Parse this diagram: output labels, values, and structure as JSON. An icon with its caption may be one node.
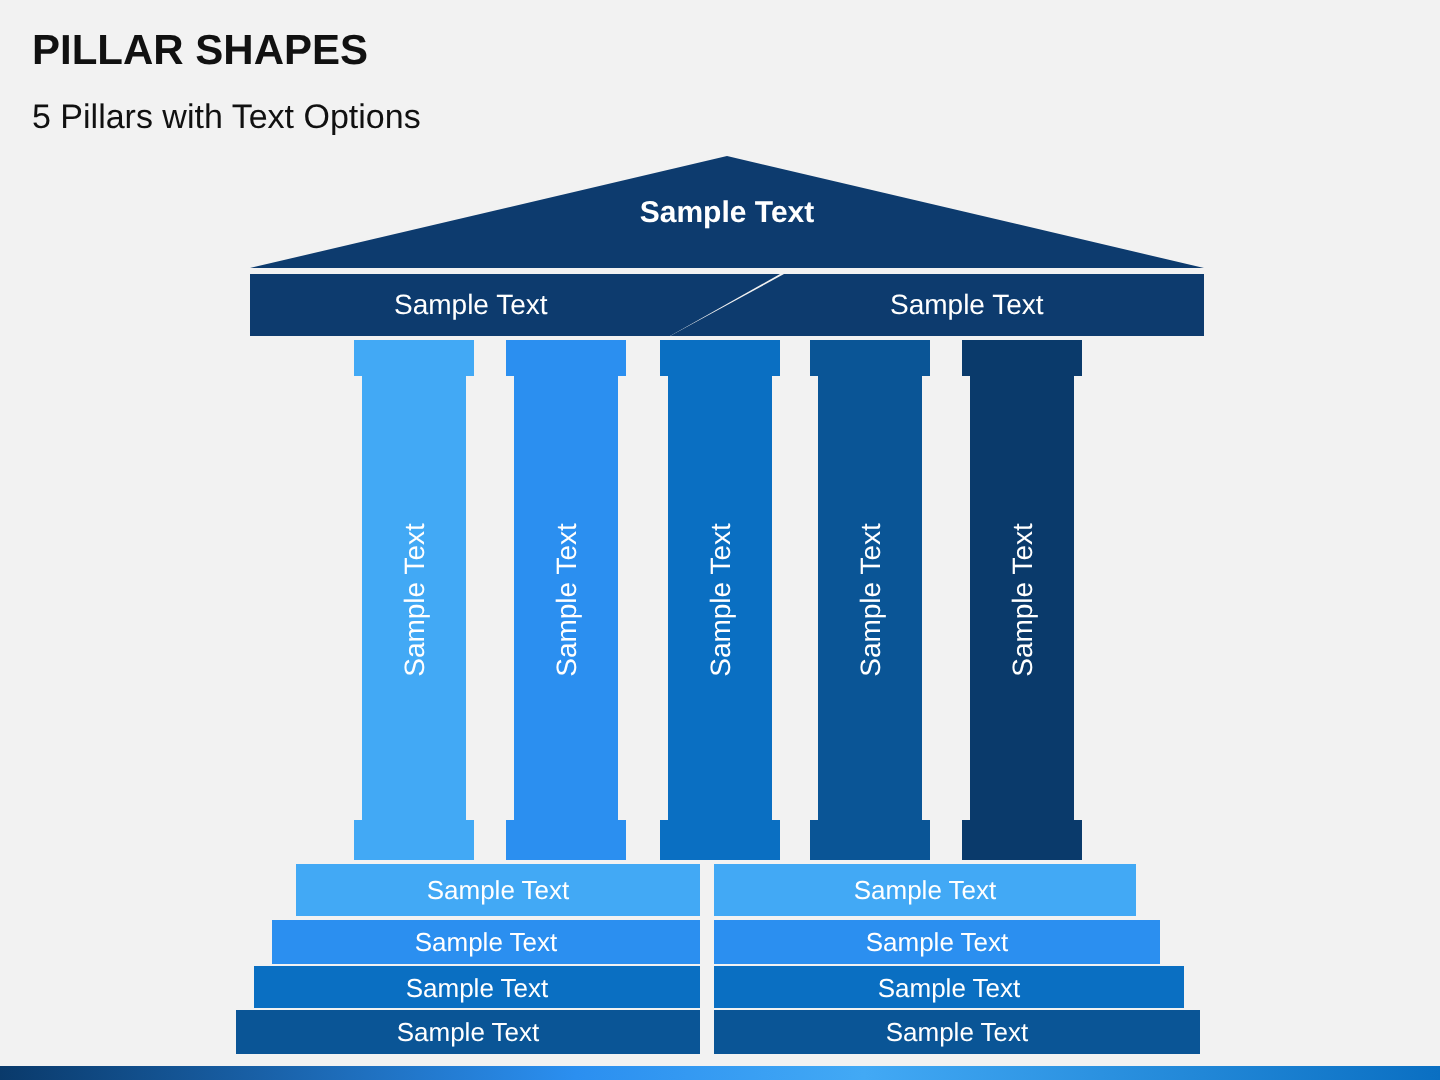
{
  "diagram": {
    "title": "PILLAR SHAPES",
    "nodes": [
      {
        "text": [
          "Sample Text"
        ]
      },
      {
        "text": [
          "Sample Text"
        ]
      },
      {
        "text": [
          "Sample Text"
        ]
      },
      {
        "text": [
          "Sample Text"
        ]
      },
      {
        "text": [
          "Sample Text"
        ]
      },
      {
        "text": [
          "Sample Text"
        ]
      },
      {
        "text": [
          "Sample Text"
        ]
      },
      {
        "text": [
          "Sample Text"
        ]
      },
      {
        "text": [
          "Sample Text"
        ]
      },
      {
        "text": [
          "Sample Text"
        ]
      },
      {
        "text": [
          "Sample Text"
        ]
      },
      {
        "text": [
          "Sample Text"
        ]
      },
      {
        "text": [
          "Sample Text"
        ]
      },
      {
        "text": [
          "Sample Text"
        ]
      },
      {
        "text": [
          "Sample Text"
        ]
      },
      {
        "text": [
          "Sample Text"
        ]
      }
    ],
    "edges": [],
    "labels": [
      "5 Pillars with Text Options"
    ]
  }
}
